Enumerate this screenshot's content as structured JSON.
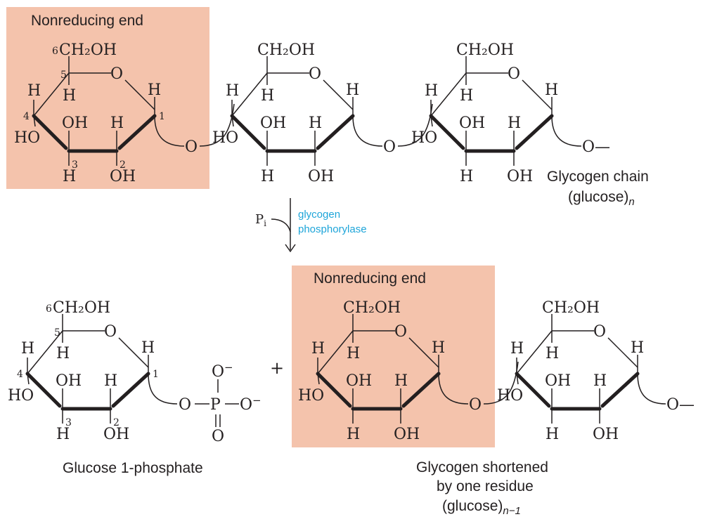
{
  "colors": {
    "highlight": "#f4c3ac",
    "enzyme": "#1ea5d9",
    "ink": "#231f20"
  },
  "atoms": {
    "ring_o": "O",
    "h": "H",
    "oh": "OH",
    "ho": "HO",
    "ch2oh": "CH₂OH",
    "bridge_o": "O",
    "end_link": "O—",
    "end_link_plain": "O—",
    "c6": "6",
    "c5": "5",
    "c4": "4",
    "c3": "3",
    "c2": "2",
    "c1": "1",
    "phosphate_o": "O",
    "phosphate_p": "P",
    "phosphate_ominus": "O",
    "minus": "−"
  },
  "labels": {
    "nonreducing_end_top": "Nonreducing end",
    "nonreducing_end_bottom": "Nonreducing end",
    "glycogen_chain_line1": "Glycogen chain",
    "glycogen_chain_line2": "(glucose)",
    "glycogen_chain_sub": "n",
    "pi": "P",
    "pi_sub": "i",
    "enzyme_line1": "glycogen",
    "enzyme_line2": "phosphorylase",
    "plus": "+",
    "product1": "Glucose 1-phosphate",
    "product2_line1": "Glycogen shortened",
    "product2_line2": "by one residue",
    "product2_line3": "(glucose)",
    "product2_sub": "n−1"
  }
}
